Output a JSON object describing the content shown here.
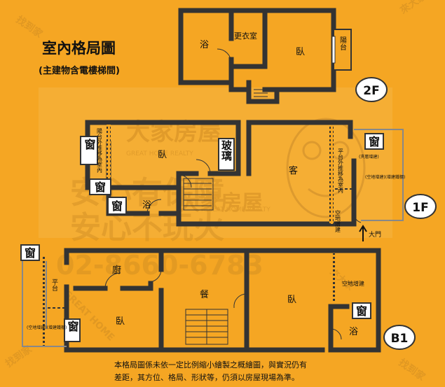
{
  "header": {
    "title": "室內格局圖",
    "subtitle": "(主建物含電樓梯間)"
  },
  "floors": {
    "f2": {
      "label": "2F",
      "rooms": {
        "bath": "浴",
        "dressing": "更衣室",
        "bedroom": "臥",
        "balcony": "陽台"
      }
    },
    "f1": {
      "label": "1F",
      "rooms": {
        "bedroom": "臥",
        "living": "客",
        "bath": "浴",
        "glass": "玻璃",
        "balcony_moved_left": "陽台外推移為室內",
        "balcony_moved_right": "平台外推移為室內",
        "vacant_built": "空地增建",
        "roof_annex": "(夾層增建)",
        "yard_note": "(空地增建)(增建鐵棚)",
        "entrance": "大門"
      },
      "windows": [
        "窗",
        "窗",
        "窗",
        "窗"
      ]
    },
    "b1": {
      "label": "B1",
      "rooms": {
        "kitchen": "廚",
        "dining": "餐",
        "bedroom_left": "臥",
        "bedroom_right": "臥",
        "bath": "浴",
        "platform": "平台",
        "vacant_built": "空地增建",
        "yard_note": "(空地增建)(增建鐵棚)"
      },
      "windows": [
        "窗",
        "窗",
        "窗"
      ]
    }
  },
  "watermark": {
    "brand_cn": "大家房屋",
    "brand_en": "GREAT HOME REALTY",
    "slogan_1": "安心有保障",
    "slogan_2": "安心不玩火",
    "phone": "02-8660-6783",
    "find": "找到家",
    "come": "來大家",
    "great_home": "GREAT HOME"
  },
  "footer": {
    "line1": "本格局圖係未依一定比例縮小繪製之概繪圖，與實況仍有",
    "line2": "差距，其方位、格局、形狀等，仍須以房屋現場為準。"
  },
  "colors": {
    "background": "#f5a623",
    "wall": "#333333",
    "watermark": "#c98a2a"
  }
}
